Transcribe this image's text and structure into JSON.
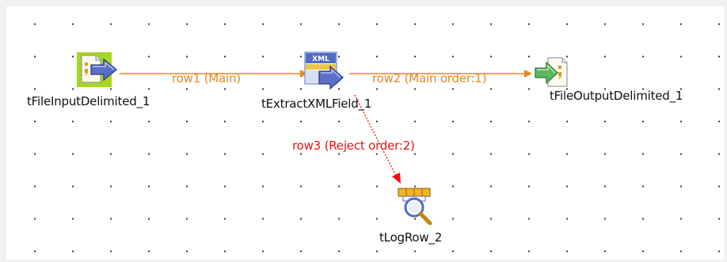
{
  "colors": {
    "main_link": "#e8871e",
    "reject_link": "#ee1111",
    "background": "#ffffff",
    "grid_dot": "#2b2b2b"
  },
  "components": [
    {
      "id": "input",
      "label": "tFileInputDelimited_1",
      "icon": "file-input-delimited-icon"
    },
    {
      "id": "extract",
      "label": "tExtractXMLField_1",
      "icon": "extract-xml-field-icon"
    },
    {
      "id": "output",
      "label": "tFileOutputDelimited_1",
      "icon": "file-output-delimited-icon"
    },
    {
      "id": "log",
      "label": "tLogRow_2",
      "icon": "log-row-icon"
    }
  ],
  "connections": [
    {
      "label": "row1 (Main)",
      "from": "tFileInputDelimited_1",
      "to": "tExtractXMLField_1",
      "type": "main"
    },
    {
      "label": "row2 (Main order:1)",
      "from": "tExtractXMLField_1",
      "to": "tFileOutputDelimited_1",
      "type": "main"
    },
    {
      "label": "row3 (Reject order:2)",
      "from": "tExtractXMLField_1",
      "to": "tLogRow_2",
      "type": "reject"
    }
  ]
}
